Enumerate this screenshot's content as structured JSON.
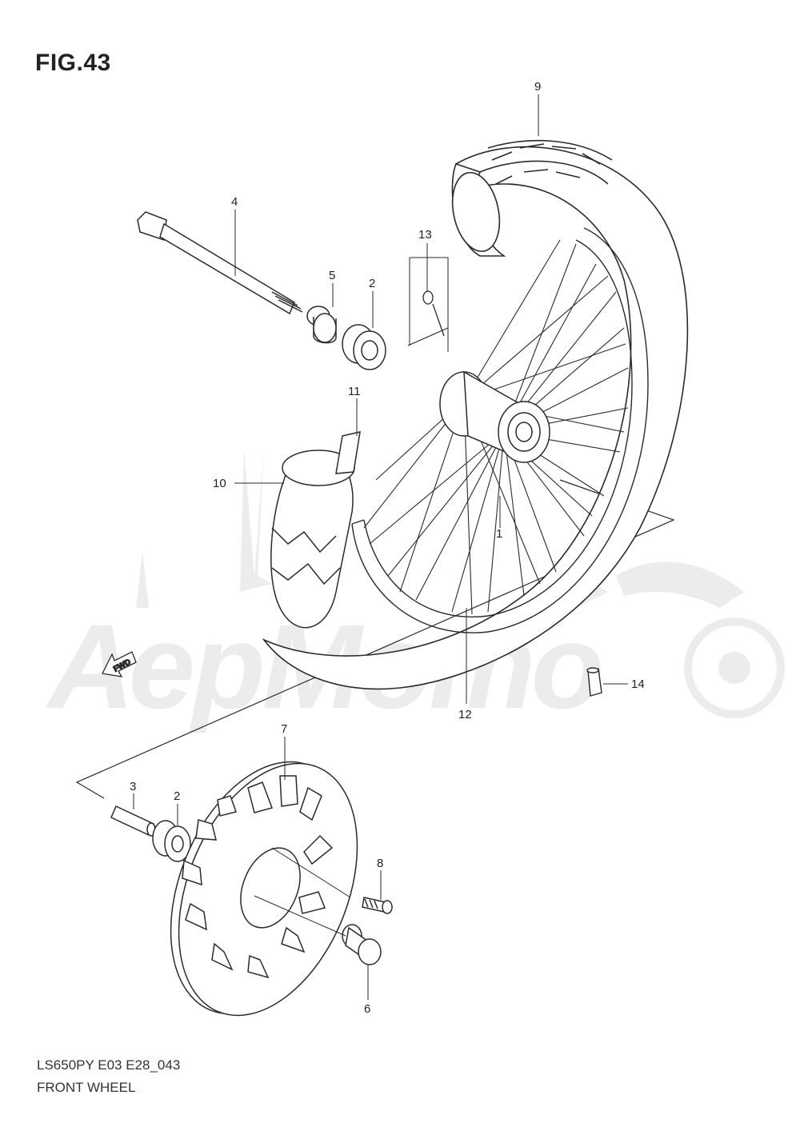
{
  "figure": {
    "title": "FIG.43",
    "model_code": "LS650PY  E03  E28_043",
    "part_name": "FRONT WHEEL"
  },
  "watermark": {
    "text": "АерМото",
    "color": "#e9e9e9"
  },
  "direction_marker": "FWD",
  "callouts": [
    {
      "id": "c1",
      "label": "1",
      "part": "hub"
    },
    {
      "id": "c2a",
      "label": "2",
      "part": "bearing-upper"
    },
    {
      "id": "c2b",
      "label": "2",
      "part": "bearing-lower"
    },
    {
      "id": "c3",
      "label": "3",
      "part": "spacer"
    },
    {
      "id": "c4",
      "label": "4",
      "part": "axle"
    },
    {
      "id": "c5",
      "label": "5",
      "part": "collar"
    },
    {
      "id": "c6",
      "label": "6",
      "part": "collar-lower"
    },
    {
      "id": "c7",
      "label": "7",
      "part": "brake-disc"
    },
    {
      "id": "c8",
      "label": "8",
      "part": "disc-bolt"
    },
    {
      "id": "c9",
      "label": "9",
      "part": "tire"
    },
    {
      "id": "c10",
      "label": "10",
      "part": "tube"
    },
    {
      "id": "c11",
      "label": "11",
      "part": "rim-band"
    },
    {
      "id": "c12",
      "label": "12",
      "part": "rim"
    },
    {
      "id": "c13",
      "label": "13",
      "part": "spoke-set"
    },
    {
      "id": "c14",
      "label": "14",
      "part": "valve-cap"
    }
  ],
  "colors": {
    "line": "#2a2a2a",
    "watermark": "#ebebeb"
  }
}
